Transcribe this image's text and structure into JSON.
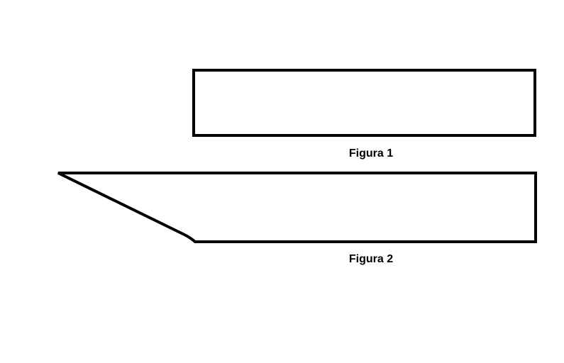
{
  "figures": [
    {
      "caption": "Figura 1",
      "shape": "rectangle"
    },
    {
      "caption": "Figura 2",
      "shape": "rectangle-with-slanted-left-end"
    }
  ],
  "colors": {
    "background": "#ffffff",
    "stroke": "#000000"
  }
}
